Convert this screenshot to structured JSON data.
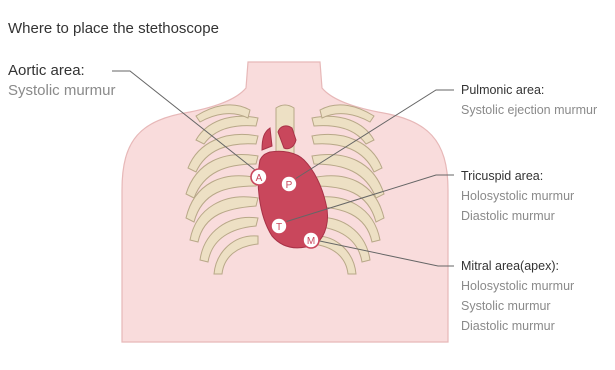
{
  "title": "Where to place the stethoscope",
  "areas": {
    "aortic": {
      "name": "Aortic area:",
      "notes": [
        "Systolic murmur"
      ],
      "marker": "A"
    },
    "pulmonic": {
      "name": "Pulmonic area:",
      "notes": [
        "Systolic ejection murmur"
      ],
      "marker": "P"
    },
    "tricuspid": {
      "name": "Tricuspid area:",
      "notes": [
        "Holosystolic murmur",
        "Diastolic murmur"
      ],
      "marker": "T"
    },
    "mitral": {
      "name": "Mitral area(apex):",
      "notes": [
        "Holosystolic murmur",
        "Systolic murmur",
        "Diastolic murmur"
      ],
      "marker": "M"
    }
  },
  "colors": {
    "skin": "#f9dcdc",
    "skin_outline": "#e7b8b8",
    "bone": "#ede0c4",
    "bone_outline": "#b8a888",
    "heart": "#c9475c",
    "marker_stroke": "#c9475c",
    "leader_line": "#666666"
  }
}
